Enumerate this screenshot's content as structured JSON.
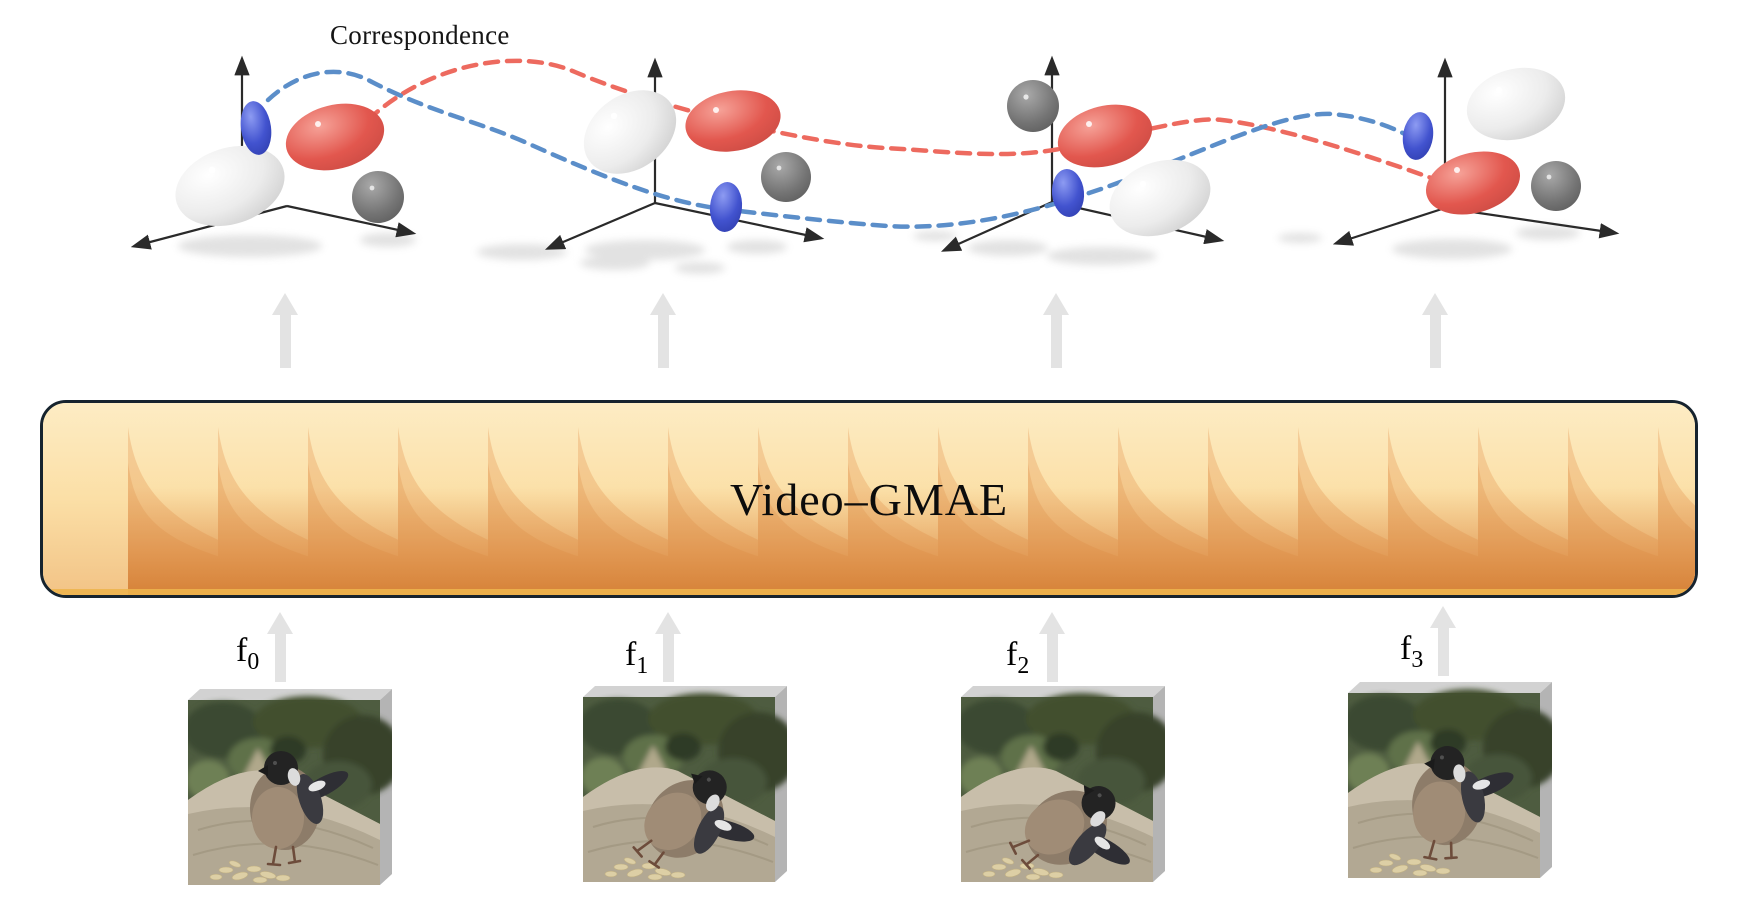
{
  "figure": {
    "correspondence_label": "Correspondence",
    "encoder_label": "Video–GMAE",
    "frame_labels": [
      {
        "base": "f",
        "sub": "0"
      },
      {
        "base": "f",
        "sub": "1"
      },
      {
        "base": "f",
        "sub": "2"
      },
      {
        "base": "f",
        "sub": "3"
      }
    ],
    "gaussian_colors": {
      "white": "#ececec",
      "blue": "#4253cf",
      "red": "#e2574e",
      "gray": "#747474"
    },
    "curve_colors": {
      "red": "#ed6a5f",
      "blue": "#5b8ec9"
    },
    "encoder_box": {
      "border": "#16232e",
      "background_top": "#fce9bd",
      "background_bottom": "#d9813f",
      "accent_bottom_line": "#edb44e"
    },
    "arrow_color": "#e3e3e3"
  }
}
